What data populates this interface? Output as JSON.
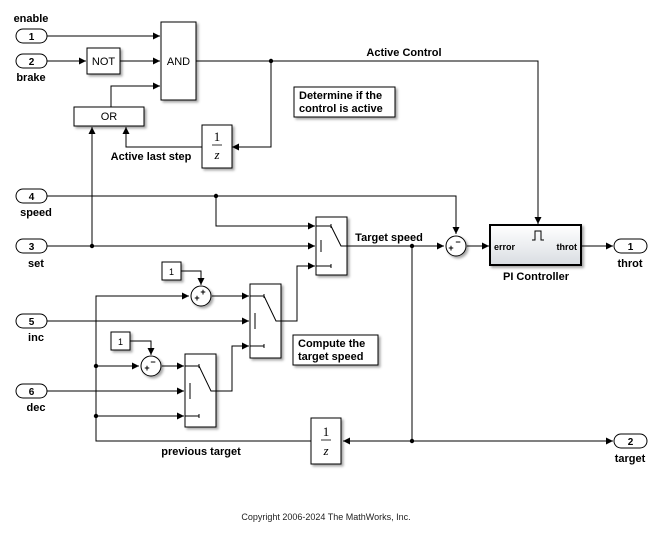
{
  "inports": [
    {
      "num": "1",
      "label": "enable"
    },
    {
      "num": "2",
      "label": "brake"
    },
    {
      "num": "3",
      "label": "set"
    },
    {
      "num": "4",
      "label": "speed"
    },
    {
      "num": "5",
      "label": "inc"
    },
    {
      "num": "6",
      "label": "dec"
    }
  ],
  "outports": [
    {
      "num": "1",
      "label": "throt"
    },
    {
      "num": "2",
      "label": "target"
    }
  ],
  "blocks": {
    "not": "NOT",
    "and": "AND",
    "or": "OR",
    "delay_num": "1",
    "delay_den": "z",
    "const": "1",
    "sum_plus": "+",
    "sum_minus": "−",
    "pi_title": "PI Controller",
    "pi_in": "error",
    "pi_out": "throt"
  },
  "signals": {
    "active_control": "Active Control",
    "active_last_step": "Active last step",
    "target_speed": "Target speed",
    "previous_target": "previous target"
  },
  "annotations": {
    "determine_l1": "Determine if the",
    "determine_l2": "control is active",
    "compute_l1": "Compute the",
    "compute_l2": "target speed"
  },
  "footer": {
    "copyright": "Copyright 2006-2024 The MathWorks, Inc."
  }
}
